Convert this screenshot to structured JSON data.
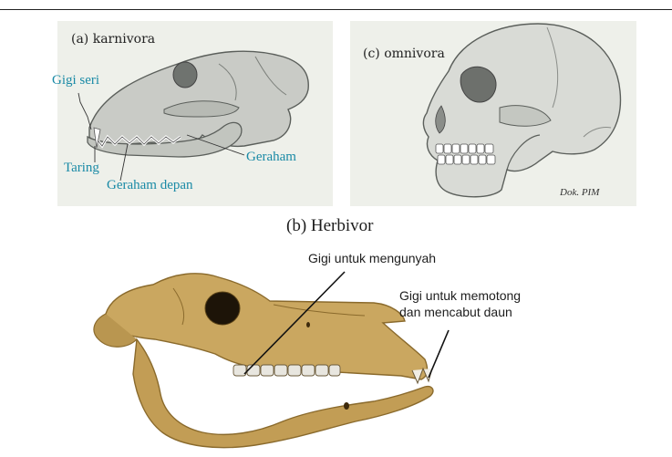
{
  "panel_a": {
    "title": "(a) karnivora",
    "labels": {
      "gigi_seri": "Gigi seri",
      "taring": "Taring",
      "geraham_depan": "Geraham depan",
      "geraham": "Geraham"
    }
  },
  "panel_c": {
    "title": "(c) omnivora",
    "credit": "Dok. PIM"
  },
  "panel_b": {
    "title": "(b) Herbivor",
    "label_chew": "Gigi untuk mengunyah",
    "label_cut_line1": "Gigi untuk memotong",
    "label_cut_line2": "dan mencabut daun"
  },
  "colors": {
    "label_cyan": "#1a8aa6",
    "bone_gray": "#c9cbc6",
    "bone_tan": "#caa760",
    "panel_bg": "#eef0ea"
  }
}
